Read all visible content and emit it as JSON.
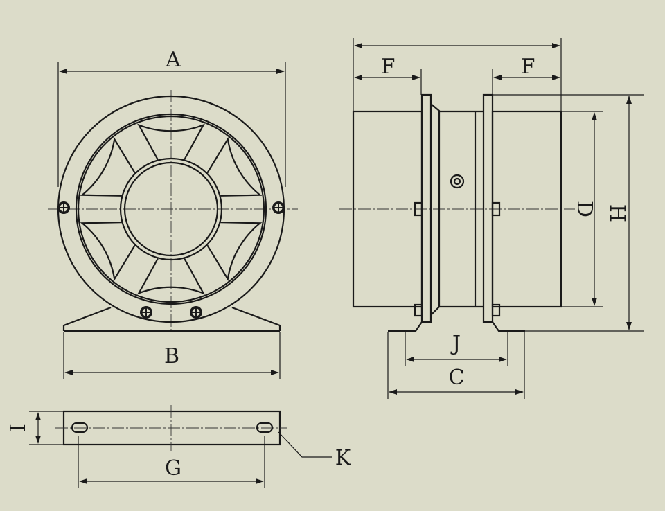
{
  "labels": {
    "A": "A",
    "B": "B",
    "C": "C",
    "D": "D",
    "F_left": "F",
    "F_right": "F",
    "G": "G",
    "H": "H",
    "I": "I",
    "J": "J",
    "K": "K"
  },
  "colors": {
    "background": "#dcdcc9",
    "line": "#1a1a1a"
  }
}
